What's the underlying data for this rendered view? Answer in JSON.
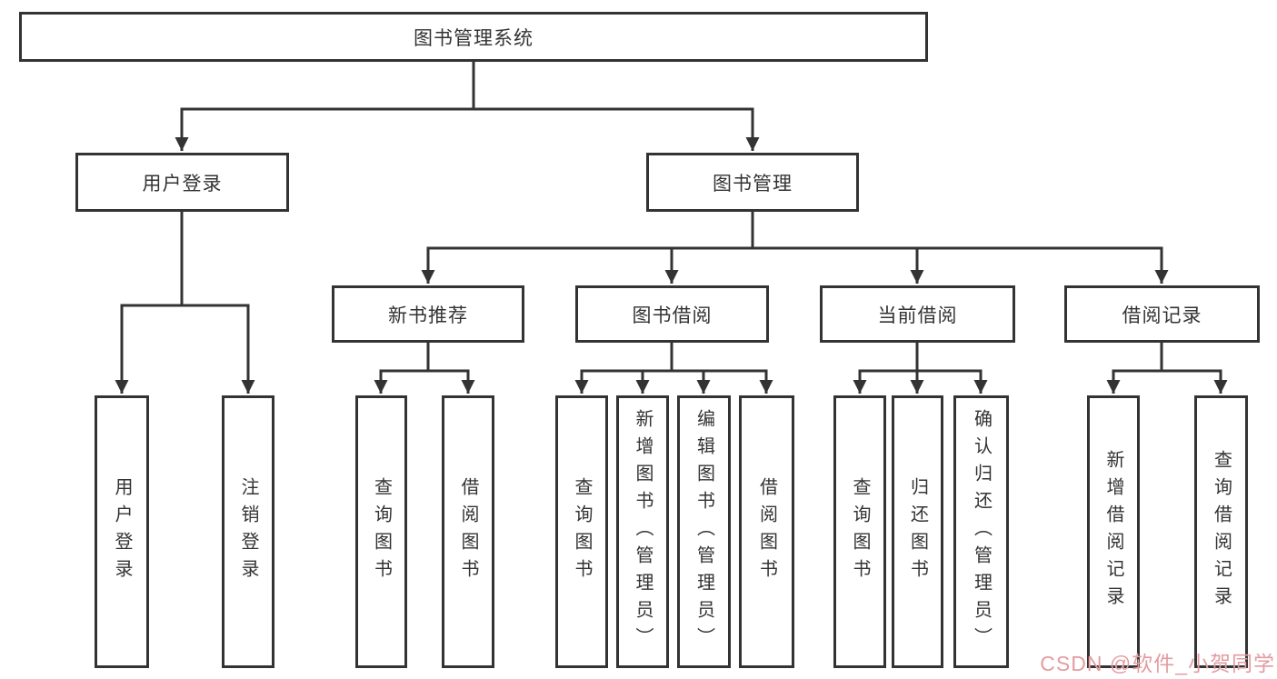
{
  "colors": {
    "line": "#333333",
    "box_border": "#333333",
    "text": "#333333",
    "background": "#ffffff",
    "watermark": "#e29da2"
  },
  "watermark": {
    "text": "CSDN @软件_小贺同学"
  },
  "diagram": {
    "type": "hierarchy",
    "root": {
      "label": "图书管理系统"
    },
    "branches": [
      {
        "label": "用户登录",
        "children": [
          {
            "label": "用户登录"
          },
          {
            "label": "注销登录"
          }
        ]
      },
      {
        "label": "图书管理",
        "children": [
          {
            "label": "新书推荐",
            "children": [
              {
                "label": "查询图书"
              },
              {
                "label": "借阅图书"
              }
            ]
          },
          {
            "label": "图书借阅",
            "children": [
              {
                "label": "查询图书"
              },
              {
                "label": "新增图书（管理员）"
              },
              {
                "label": "编辑图书（管理员）"
              },
              {
                "label": "借阅图书"
              }
            ]
          },
          {
            "label": "当前借阅",
            "children": [
              {
                "label": "查询图书"
              },
              {
                "label": "归还图书"
              },
              {
                "label": "确认归还（管理员）"
              }
            ]
          },
          {
            "label": "借阅记录",
            "children": [
              {
                "label": "新增借阅记录"
              },
              {
                "label": "查询借阅记录"
              }
            ]
          }
        ]
      }
    ]
  }
}
